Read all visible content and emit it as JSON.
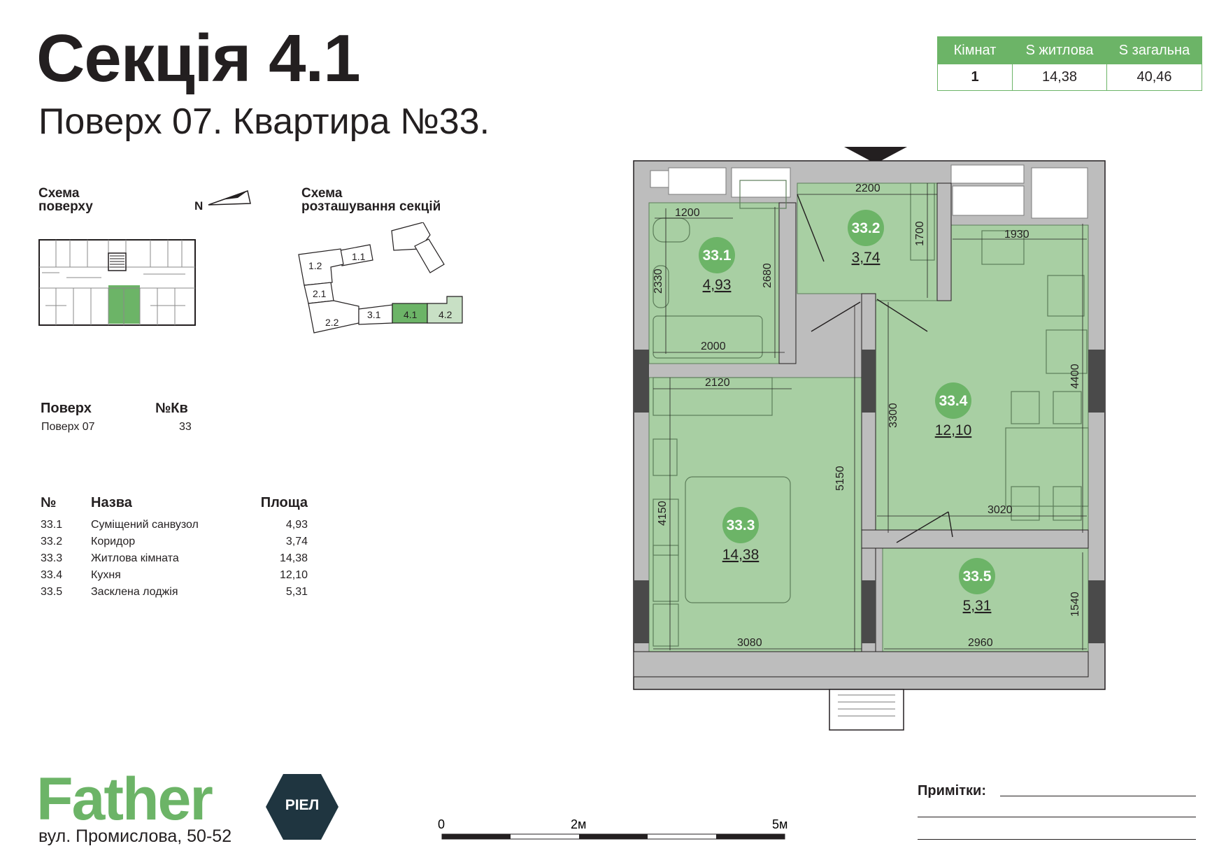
{
  "header": {
    "section_title": "Секція 4.1",
    "subtitle": "Поверх 07. Квартира №33."
  },
  "summary_table": {
    "headers": [
      "Кімнат",
      "S житлова",
      "S загальна"
    ],
    "values": [
      "1",
      "14,38",
      "40,46"
    ]
  },
  "floor_scheme": {
    "caption_line1": "Схема",
    "caption_line2": "поверху",
    "north_label": "N"
  },
  "section_scheme": {
    "caption_line1": "Схема",
    "caption_line2": "розташування секцій",
    "labels": [
      "1.1",
      "1.2",
      "2.1",
      "2.2",
      "3.1",
      "4.1",
      "4.2"
    ]
  },
  "info": {
    "floor_header": "Поверх",
    "apt_header": "№Кв",
    "floor_value": "Поверх 07",
    "apt_value": "33"
  },
  "rooms_table": {
    "headers": [
      "№",
      "Назва",
      "Площа"
    ],
    "rows": [
      [
        "33.1",
        "Суміщений санвузол",
        "4,93"
      ],
      [
        "33.2",
        "Коридор",
        "3,74"
      ],
      [
        "33.3",
        "Житлова кімната",
        "14,38"
      ],
      [
        "33.4",
        "Кухня",
        "12,10"
      ],
      [
        "33.5",
        "Засклена лоджія",
        "5,31"
      ]
    ]
  },
  "plan": {
    "rooms": [
      {
        "id": "33.1",
        "area": "4,93"
      },
      {
        "id": "33.2",
        "area": "3,74"
      },
      {
        "id": "33.3",
        "area": "14,38"
      },
      {
        "id": "33.4",
        "area": "12,10"
      },
      {
        "id": "33.5",
        "area": "5,31"
      }
    ],
    "dimensions": [
      "1200",
      "2680",
      "2330",
      "2000",
      "2200",
      "1700",
      "1930",
      "4400",
      "3300",
      "2120",
      "5150",
      "4150",
      "3080",
      "3020",
      "1540",
      "2960"
    ]
  },
  "scale_bar": {
    "labels": [
      "0",
      "2м",
      "5м"
    ]
  },
  "brand": {
    "name": "Father",
    "address": "вул. Промислова, 50-52",
    "badge": "РІЕЛ"
  },
  "notes": {
    "label": "Примітки:"
  },
  "colors": {
    "accent": "#6cb467",
    "room_fill": "#a8cfa3",
    "wall": "#bdbdbd",
    "badge": "#1f3540"
  }
}
